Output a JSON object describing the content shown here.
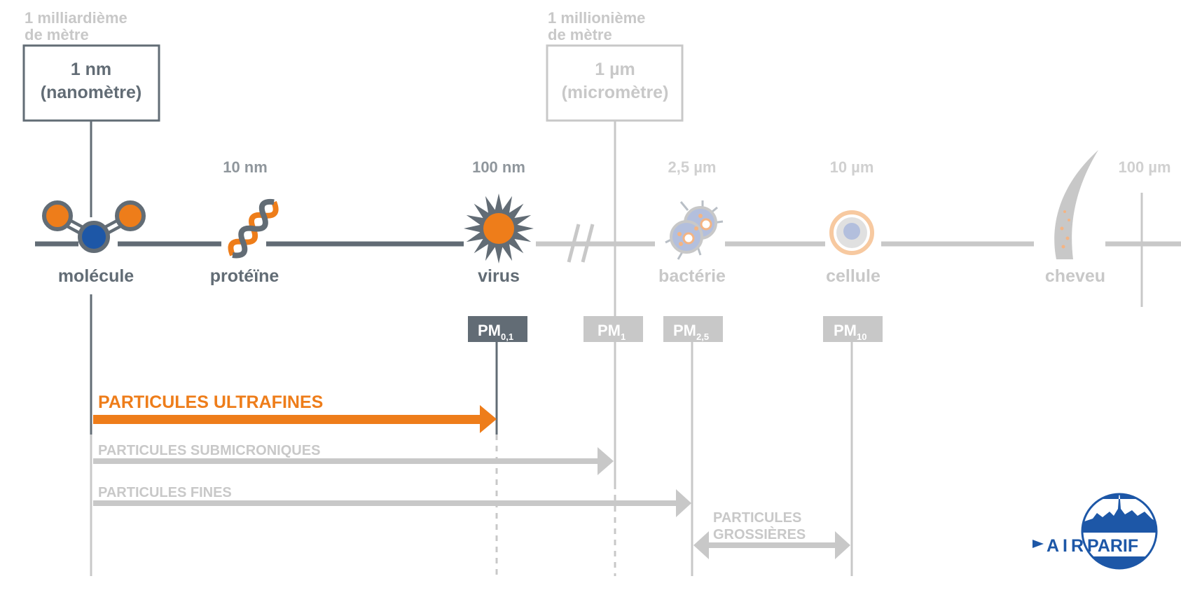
{
  "colors": {
    "dark": "#626c75",
    "light": "#c8c8c8",
    "orange": "#ee7d1a",
    "blue": "#1d57a7",
    "white": "#ffffff"
  },
  "units": {
    "nm": {
      "caption_line1": "1 milliardième",
      "caption_line2": "de mètre",
      "value": "1 nm",
      "name": "(nanomètre)"
    },
    "um": {
      "caption_line1": "1 millionième",
      "caption_line2": "de mètre",
      "value": "1 µm",
      "name": "(micromètre)"
    }
  },
  "scale": [
    {
      "id": "10nm",
      "label": "10 nm"
    },
    {
      "id": "100nm",
      "label": "100 nm"
    },
    {
      "id": "2p5um",
      "label": "2,5 µm"
    },
    {
      "id": "10um",
      "label": "10 µm"
    },
    {
      "id": "100um",
      "label": "100 µm"
    }
  ],
  "objects": [
    {
      "id": "molecule",
      "label": "molécule",
      "icon": "molecule-icon"
    },
    {
      "id": "proteine",
      "label": "protéïne",
      "icon": "protein-helix-icon"
    },
    {
      "id": "virus",
      "label": "virus",
      "icon": "virus-icon"
    },
    {
      "id": "bacterie",
      "label": "bactérie",
      "icon": "bacteria-icon"
    },
    {
      "id": "cellule",
      "label": "cellule",
      "icon": "cell-icon"
    },
    {
      "id": "cheveu",
      "label": "cheveu",
      "icon": "hair-icon"
    }
  ],
  "pm": [
    {
      "id": "pm01",
      "main": "PM",
      "sub": "0,1"
    },
    {
      "id": "pm1",
      "main": "PM",
      "sub": "1"
    },
    {
      "id": "pm25",
      "main": "PM",
      "sub": "2,5"
    },
    {
      "id": "pm10",
      "main": "PM",
      "sub": "10"
    }
  ],
  "categories": {
    "ultrafines": "PARTICULES ULTRAFINES",
    "submicroniques": "PARTICULES SUBMICRONIQUES",
    "fines": "PARTICULES FINES",
    "grossieres_line1": "PARTICULES",
    "grossieres_line2": "GROSSIÈRES"
  },
  "logo": {
    "part1": "AIR",
    "part2": "PARIF"
  }
}
